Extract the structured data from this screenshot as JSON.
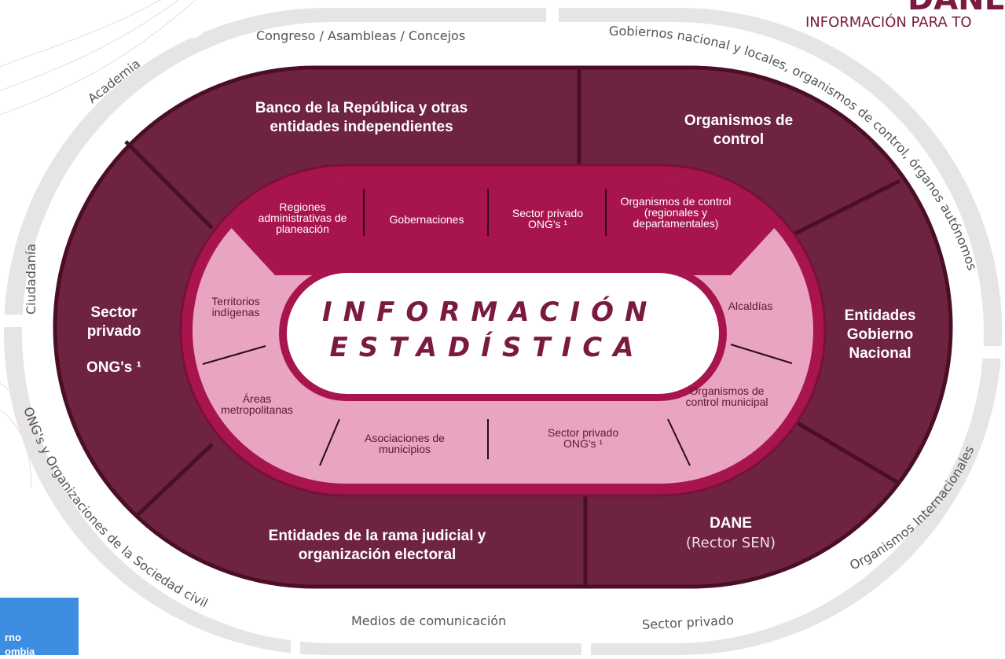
{
  "colors": {
    "outer_ring": "#e7e4e6",
    "dark_ring": "#6e2340",
    "dark_border": "#4a0e26",
    "middle_ring": "#a8154e",
    "inner_ring": "#e8a4c0",
    "core": "#ffffff",
    "core_text": "#7a1a40",
    "corner_box": "#3d8ee0"
  },
  "logo": {
    "tagline": "INFORMACIÓN PARA TO",
    "mark": "DANE"
  },
  "corner_box": {
    "line1": "rno",
    "line2": "ombia"
  },
  "core": {
    "line1": "INFORMACIÓN",
    "line2": "ESTADÍSTICA"
  },
  "dark_ring": {
    "banco": {
      "title": "Banco de la República y otras entidades independientes"
    },
    "organismos_control": {
      "title": "Organismos de control"
    },
    "entidades_gobierno": {
      "title": "Entidades Gobierno Nacional"
    },
    "dane": {
      "title": "DANE",
      "subtitle": "(Rector SEN)"
    },
    "rama_judicial": {
      "title": "Entidades de la rama judicial y organización electoral"
    },
    "sector_privado": {
      "title": "Sector privado",
      "subtitle": "ONG's ¹"
    }
  },
  "middle_ring": {
    "regiones": "Regiones administrativas de planeación",
    "gobernaciones": "Gobernaciones",
    "sector_privado": "Sector privado ONG's ¹",
    "organismos_control": "Organismos de control (regionales y departamentales)"
  },
  "inner_ring": {
    "territorios": "Territorios indígenas",
    "areas": "Áreas metropolitanas",
    "asociaciones": "Asociaciones de municipios",
    "sector_privado": "Sector privado ONG's ¹",
    "organismos_municipal": "Organismos de control municipal",
    "alcaldias": "Alcaldías"
  },
  "outer_ring": {
    "congreso": "Congreso / Asambleas / Concejos",
    "gobiernos": "Gobiernos nacional y locales, organismos de control, órganos autónomos",
    "academia": "Academia",
    "ciudadania": "Ciudadanía",
    "ongs_sociedad": "ONG's y Organizaciones de la Sociedad civil",
    "medios": "Medios de comunicación",
    "sector_privado": "Sector privado",
    "organismos_internacionales": "Organismos Internacionales"
  }
}
